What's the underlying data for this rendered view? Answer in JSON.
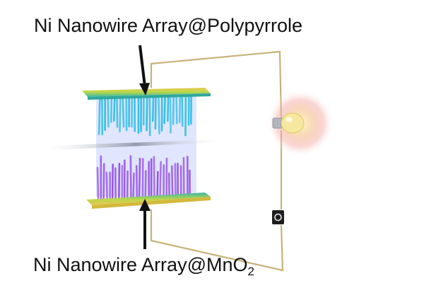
{
  "labels": {
    "top": "Ni Nanowire Array@Polypyrrole",
    "bottom_main": "Ni Nanowire Array@MnO",
    "bottom_subscript": "2"
  },
  "colors": {
    "top_nanowires": "#33bfe6",
    "bottom_nanowires": "#9a55e8",
    "electrolyte": "#c7d2fb",
    "current_collector": "#b8d94a",
    "collector_edge": "#e7c248",
    "wire": "#c8b27a",
    "bulb_glow": "#f3a8a3",
    "bulb": "#f6e8a0"
  },
  "icons": {
    "bulb": "light-bulb-icon",
    "switch": "switch-icon"
  }
}
